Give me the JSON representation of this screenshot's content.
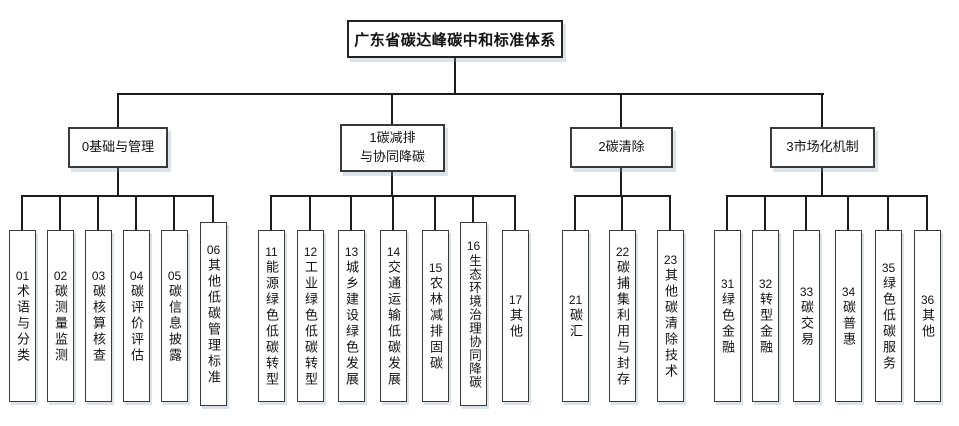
{
  "diagram": {
    "title": "广东省碳达峰碳中和标准体系",
    "branches": [
      {
        "label": "0基础与管理",
        "children": [
          {
            "num": "01",
            "text": "术语与分类"
          },
          {
            "num": "02",
            "text": "碳测量监测"
          },
          {
            "num": "03",
            "text": "碳核算核查"
          },
          {
            "num": "04",
            "text": "碳评价评估"
          },
          {
            "num": "05",
            "text": "碳信息披露"
          },
          {
            "num": "06",
            "text": "其他低碳管理标准"
          }
        ]
      },
      {
        "label": "1碳减排\n与协同降碳",
        "children": [
          {
            "num": "11",
            "text": "能源绿色低碳转型"
          },
          {
            "num": "12",
            "text": "工业绿色低碳转型"
          },
          {
            "num": "13",
            "text": "城乡建设绿色发展"
          },
          {
            "num": "14",
            "text": "交通运输低碳发展"
          },
          {
            "num": "15",
            "text": "农林减排固碳"
          },
          {
            "num": "16",
            "text": "生态环境治理协同降碳"
          },
          {
            "num": "17",
            "text": "其他"
          }
        ]
      },
      {
        "label": "2碳清除",
        "children": [
          {
            "num": "21",
            "text": "碳汇"
          },
          {
            "num": "22",
            "text": "碳捕集利用与封存"
          },
          {
            "num": "23",
            "text": "其他碳清除技术"
          }
        ]
      },
      {
        "label": "3市场化机制",
        "children": [
          {
            "num": "31",
            "text": "绿色金融"
          },
          {
            "num": "32",
            "text": "转型金融"
          },
          {
            "num": "33",
            "text": "碳交易"
          },
          {
            "num": "34",
            "text": "碳普惠"
          },
          {
            "num": "35",
            "text": "绿色低碳服务"
          },
          {
            "num": "36",
            "text": "其他"
          }
        ]
      }
    ],
    "colors": {
      "line": "#1c1c1c",
      "border": "#3a3a3a",
      "box_bg": "#ffffff",
      "shadow": "rgba(125,150,175,0.28)"
    }
  }
}
